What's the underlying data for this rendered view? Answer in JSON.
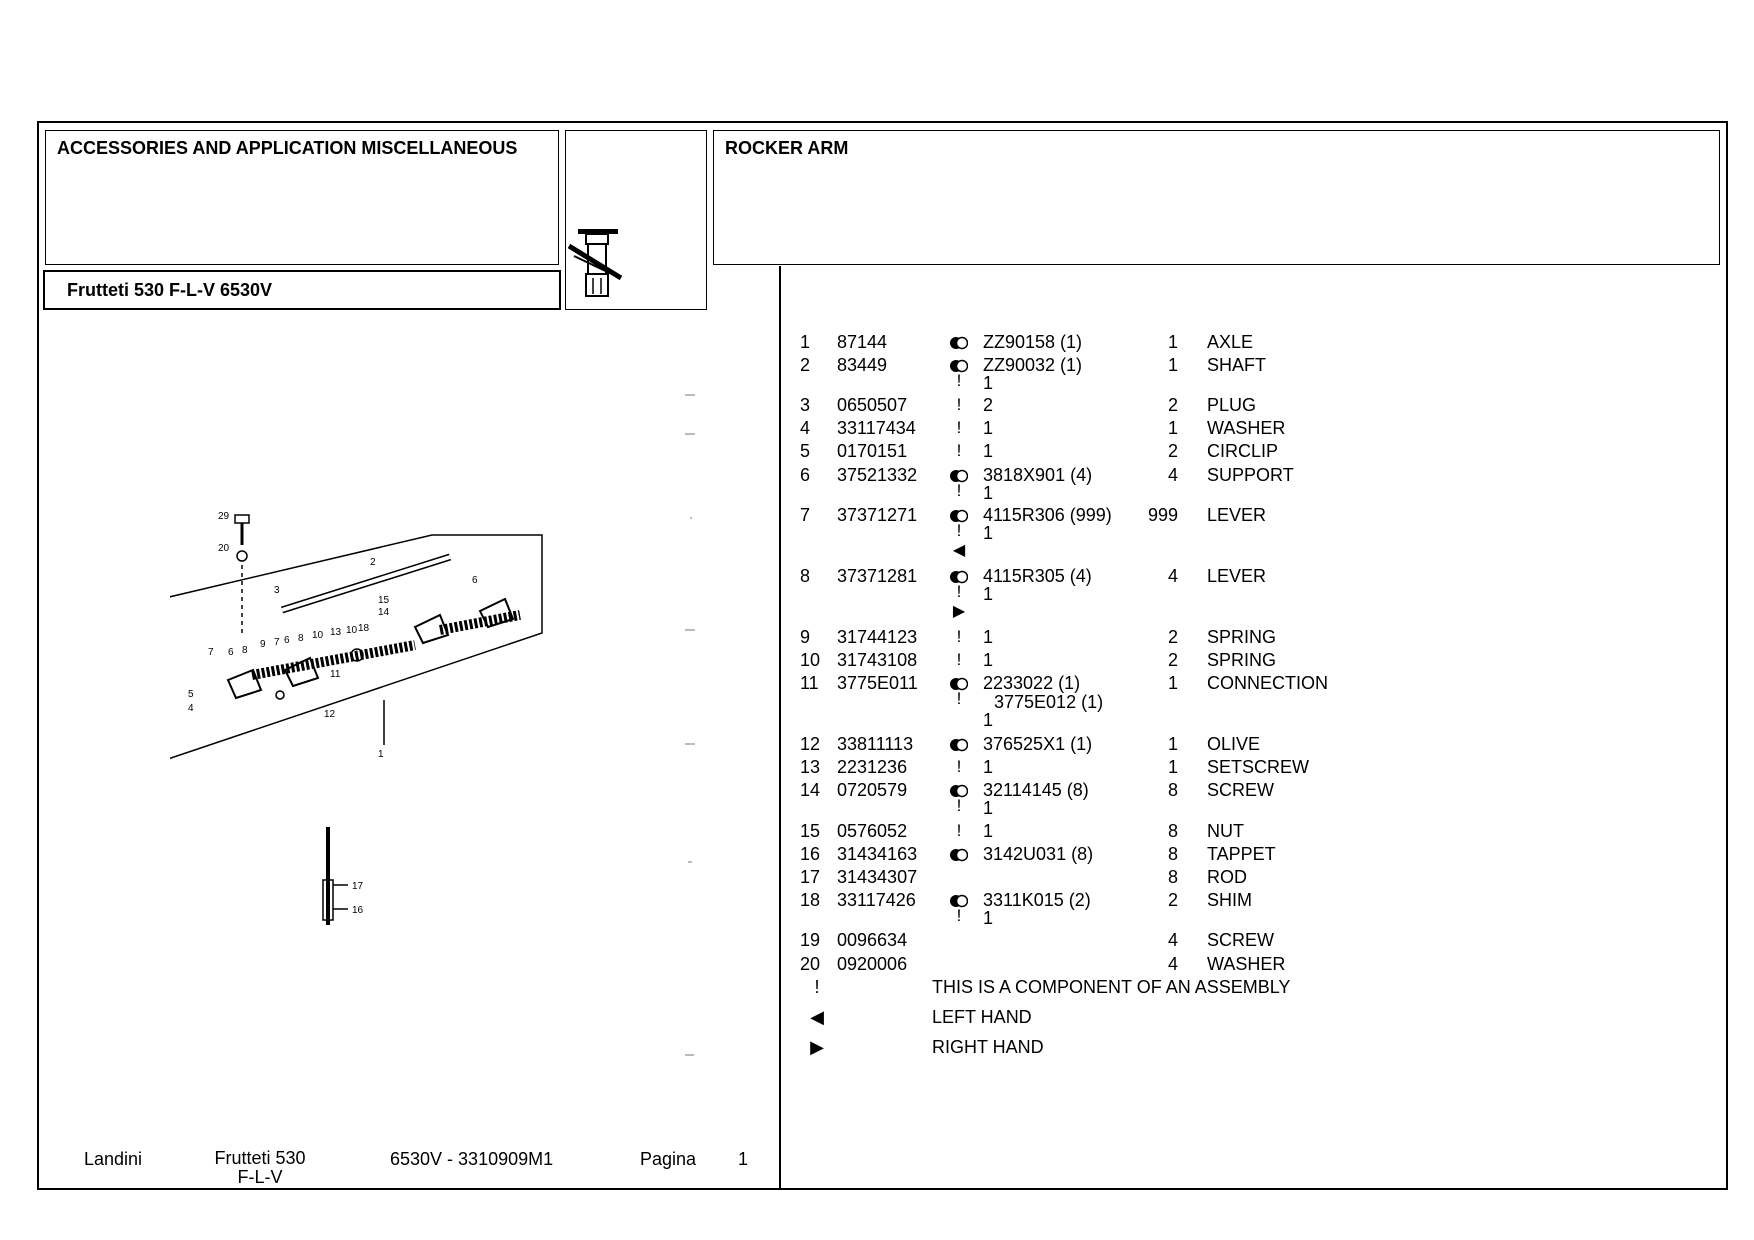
{
  "header": {
    "section_title": "ACCESSORIES AND APPLICATION MISCELLANEOUS",
    "model_title": "Frutteti 530 F-L-V 6530V",
    "group_title": "ROCKER ARM"
  },
  "parts": [
    {
      "no": "1",
      "ref": "87144",
      "xref": "ZZ90158 (1)",
      "qty": "1",
      "desc": "AXLE"
    },
    {
      "no": "2",
      "ref": "83449",
      "xref": "ZZ90032 (1)",
      "qty": "1",
      "desc": "SHAFT",
      "extra": "1"
    },
    {
      "no": "3",
      "ref": "0650507",
      "xref": "2",
      "qty": "2",
      "desc": "PLUG"
    },
    {
      "no": "4",
      "ref": "33117434",
      "xref": "1",
      "qty": "1",
      "desc": "WASHER"
    },
    {
      "no": "5",
      "ref": "0170151",
      "xref": "1",
      "qty": "2",
      "desc": "CIRCLIP"
    },
    {
      "no": "6",
      "ref": "37521332",
      "xref": "3818X901 (4)",
      "qty": "4",
      "desc": "SUPPORT",
      "extra": "1"
    },
    {
      "no": "7",
      "ref": "37371271",
      "xref": "4115R306 (999)",
      "qty": "999",
      "desc": "LEVER",
      "extra": "1"
    },
    {
      "no": "8",
      "ref": "37371281",
      "xref": "4115R305 (4)",
      "qty": "4",
      "desc": "LEVER",
      "extra": "1"
    },
    {
      "no": "9",
      "ref": "31744123",
      "xref": "1",
      "qty": "2",
      "desc": "SPRING"
    },
    {
      "no": "10",
      "ref": "31743108",
      "xref": "1",
      "qty": "2",
      "desc": "SPRING"
    },
    {
      "no": "11",
      "ref": "3775E011",
      "xref": "2233022 (1)",
      "qty": "1",
      "desc": "CONNECTION",
      "extra": "3775E012 (1)",
      "extra2": "1"
    },
    {
      "no": "12",
      "ref": "33811113",
      "xref": "376525X1 (1)",
      "qty": "1",
      "desc": "OLIVE"
    },
    {
      "no": "13",
      "ref": "2231236",
      "xref": "1",
      "qty": "1",
      "desc": "SETSCREW"
    },
    {
      "no": "14",
      "ref": "0720579",
      "xref": "32114145 (8)",
      "qty": "8",
      "desc": "SCREW",
      "extra": "1"
    },
    {
      "no": "15",
      "ref": "0576052",
      "xref": "1",
      "qty": "8",
      "desc": "NUT"
    },
    {
      "no": "16",
      "ref": "31434163",
      "xref": "3142U031 (8)",
      "qty": "8",
      "desc": "TAPPET"
    },
    {
      "no": "17",
      "ref": "31434307",
      "xref": "",
      "qty": "8",
      "desc": "ROD"
    },
    {
      "no": "18",
      "ref": "33117426",
      "xref": "3311K015 (2)",
      "qty": "2",
      "desc": "SHIM",
      "extra": "1"
    },
    {
      "no": "19",
      "ref": "0096634",
      "xref": "",
      "qty": "4",
      "desc": "SCREW"
    },
    {
      "no": "20",
      "ref": "0920006",
      "xref": "",
      "qty": "4",
      "desc": "WASHER"
    }
  ],
  "symbols": {
    "excl": "!",
    "left": "◀",
    "right": "▶"
  },
  "legend": [
    {
      "symbol": "!",
      "text": "THIS IS A COMPONENT OF AN ASSEMBLY"
    },
    {
      "symbol": "◀",
      "text": "LEFT HAND"
    },
    {
      "symbol": "▶",
      "text": "RIGHT HAND"
    }
  ],
  "diagram_labels": [
    "29",
    "20",
    "2",
    "3",
    "15",
    "14",
    "6",
    "7",
    "6",
    "8",
    "9",
    "7",
    "6",
    "8",
    "10",
    "13",
    "10",
    "18",
    "5",
    "4",
    "12",
    "11",
    "1",
    "17",
    "16"
  ],
  "footer": {
    "brand": "Landini",
    "model": "Frutteti 530 F-L-V",
    "code": "6530V - 3310909M1",
    "page_label": "Pagina",
    "page_number": "1"
  }
}
